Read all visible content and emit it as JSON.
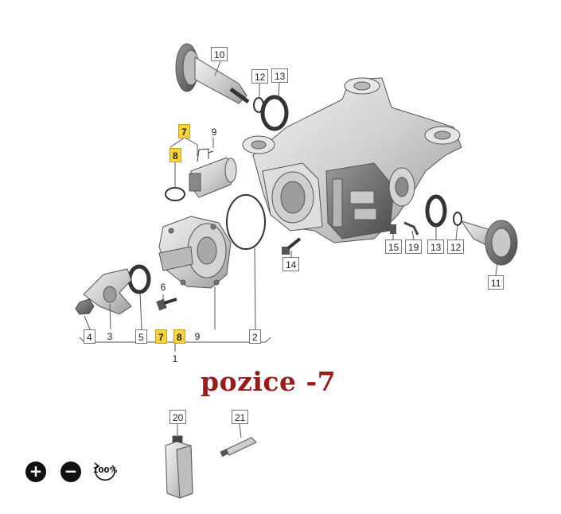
{
  "diagram": {
    "part_labels": [
      "10",
      "12",
      "13",
      "7",
      "9",
      "8",
      "15",
      "19",
      "13",
      "12",
      "11",
      "14",
      "6",
      "4",
      "3",
      "5",
      "7",
      "8",
      "9",
      "2",
      "1",
      "20",
      "21"
    ]
  },
  "caption": "pozice -7",
  "controls": {
    "zoom_in": "+",
    "zoom_out": "−",
    "zoom_reset": "100%"
  },
  "colors": {
    "highlight": "#f9d33c",
    "caption": "#9b1b1b",
    "line": "#444444"
  }
}
